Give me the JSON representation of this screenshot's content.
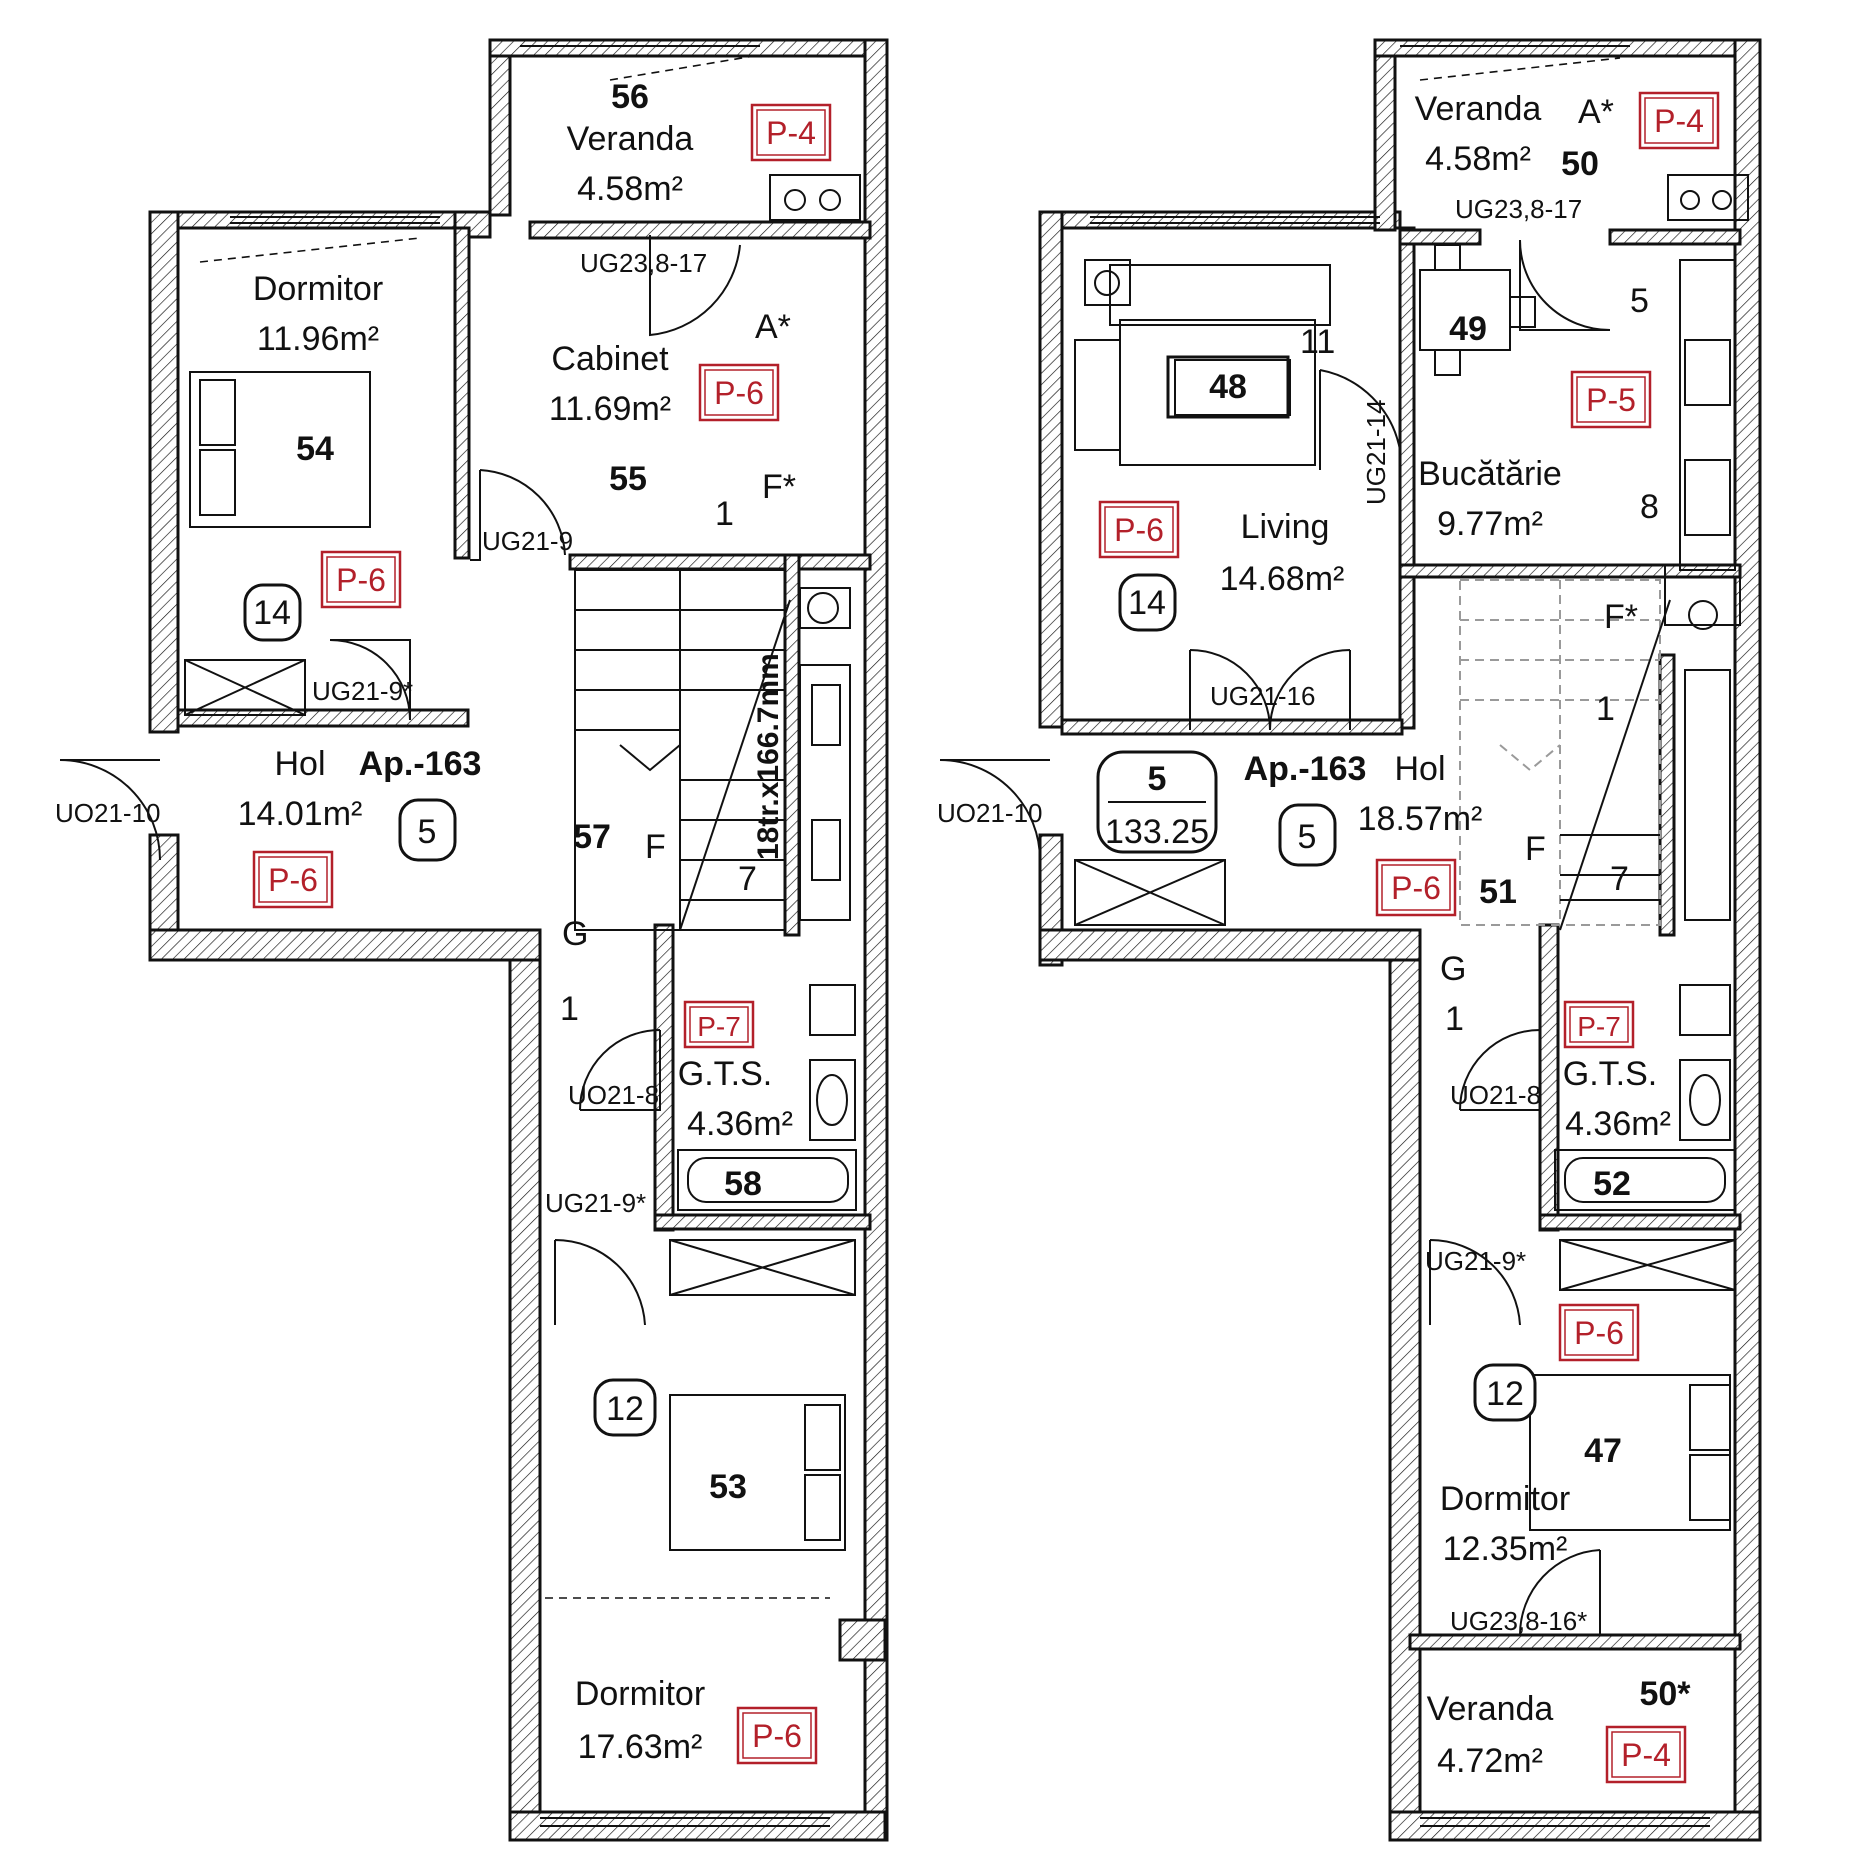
{
  "plans": [
    {
      "rooms": [
        {
          "id": "veranda",
          "number": "56",
          "name": "Veranda",
          "area": "4.58m²",
          "code": "P-4"
        },
        {
          "id": "dormitor-top",
          "number": "54",
          "name": "Dormitor",
          "area": "11.96m²",
          "code": "P-6"
        },
        {
          "id": "cabinet",
          "number": "55",
          "name": "Cabinet",
          "area": "11.69m²",
          "code": "P-6"
        },
        {
          "id": "hol",
          "number": "57",
          "name": "Hol",
          "area": "14.01m²",
          "code": "P-6"
        },
        {
          "id": "gts",
          "number": "58",
          "name": "G.T.S.",
          "area": "4.36m²",
          "code": "P-7"
        },
        {
          "id": "dormitor-bottom",
          "number": "53",
          "name": "Dormitor",
          "area": "17.63m²",
          "code": "P-6"
        }
      ],
      "apartment": "Ap.-163",
      "stair": "18tr.x166.7mm",
      "markers": [
        "14",
        "5",
        "12"
      ],
      "doors": [
        "UG23,8-17",
        "UG21-9",
        "UG21-9*",
        "UO21-10",
        "UO21-8",
        "UG21-9*"
      ],
      "labels": [
        "A*",
        "F*",
        "F",
        "G",
        "1",
        "1",
        "7"
      ]
    },
    {
      "rooms": [
        {
          "id": "veranda-top",
          "number": "50",
          "name": "Veranda",
          "area": "4.58m²",
          "code": "P-4"
        },
        {
          "id": "living",
          "number": "48",
          "name": "Living",
          "area": "14.68m²",
          "code": "P-6"
        },
        {
          "id": "bucatarie",
          "number": "49",
          "name": "Bucătărie",
          "area": "9.77m²",
          "code": "P-5"
        },
        {
          "id": "hol",
          "number": "51",
          "name": "Hol",
          "area": "18.57m²",
          "code": "P-6"
        },
        {
          "id": "gts",
          "number": "52",
          "name": "G.T.S.",
          "area": "4.36m²",
          "code": "P-7"
        },
        {
          "id": "dormitor",
          "number": "47",
          "name": "Dormitor",
          "area": "12.35m²",
          "code": "P-6"
        },
        {
          "id": "veranda-bottom",
          "number": "50*",
          "name": "Veranda",
          "area": "4.72m²",
          "code": "P-4"
        }
      ],
      "apartment": "Ap.-163",
      "apartment_box": {
        "top": "5",
        "bottom": "133.25"
      },
      "markers": [
        "14",
        "5",
        "12"
      ],
      "doors": [
        "UG23,8-17",
        "UG21-14",
        "UG21-16",
        "UO21-10",
        "UO21-8",
        "UG21-9*",
        "UG23,8-16*"
      ],
      "labels": [
        "A*",
        "F*",
        "F",
        "G",
        "1",
        "1",
        "7",
        "5",
        "8",
        "11"
      ]
    }
  ]
}
